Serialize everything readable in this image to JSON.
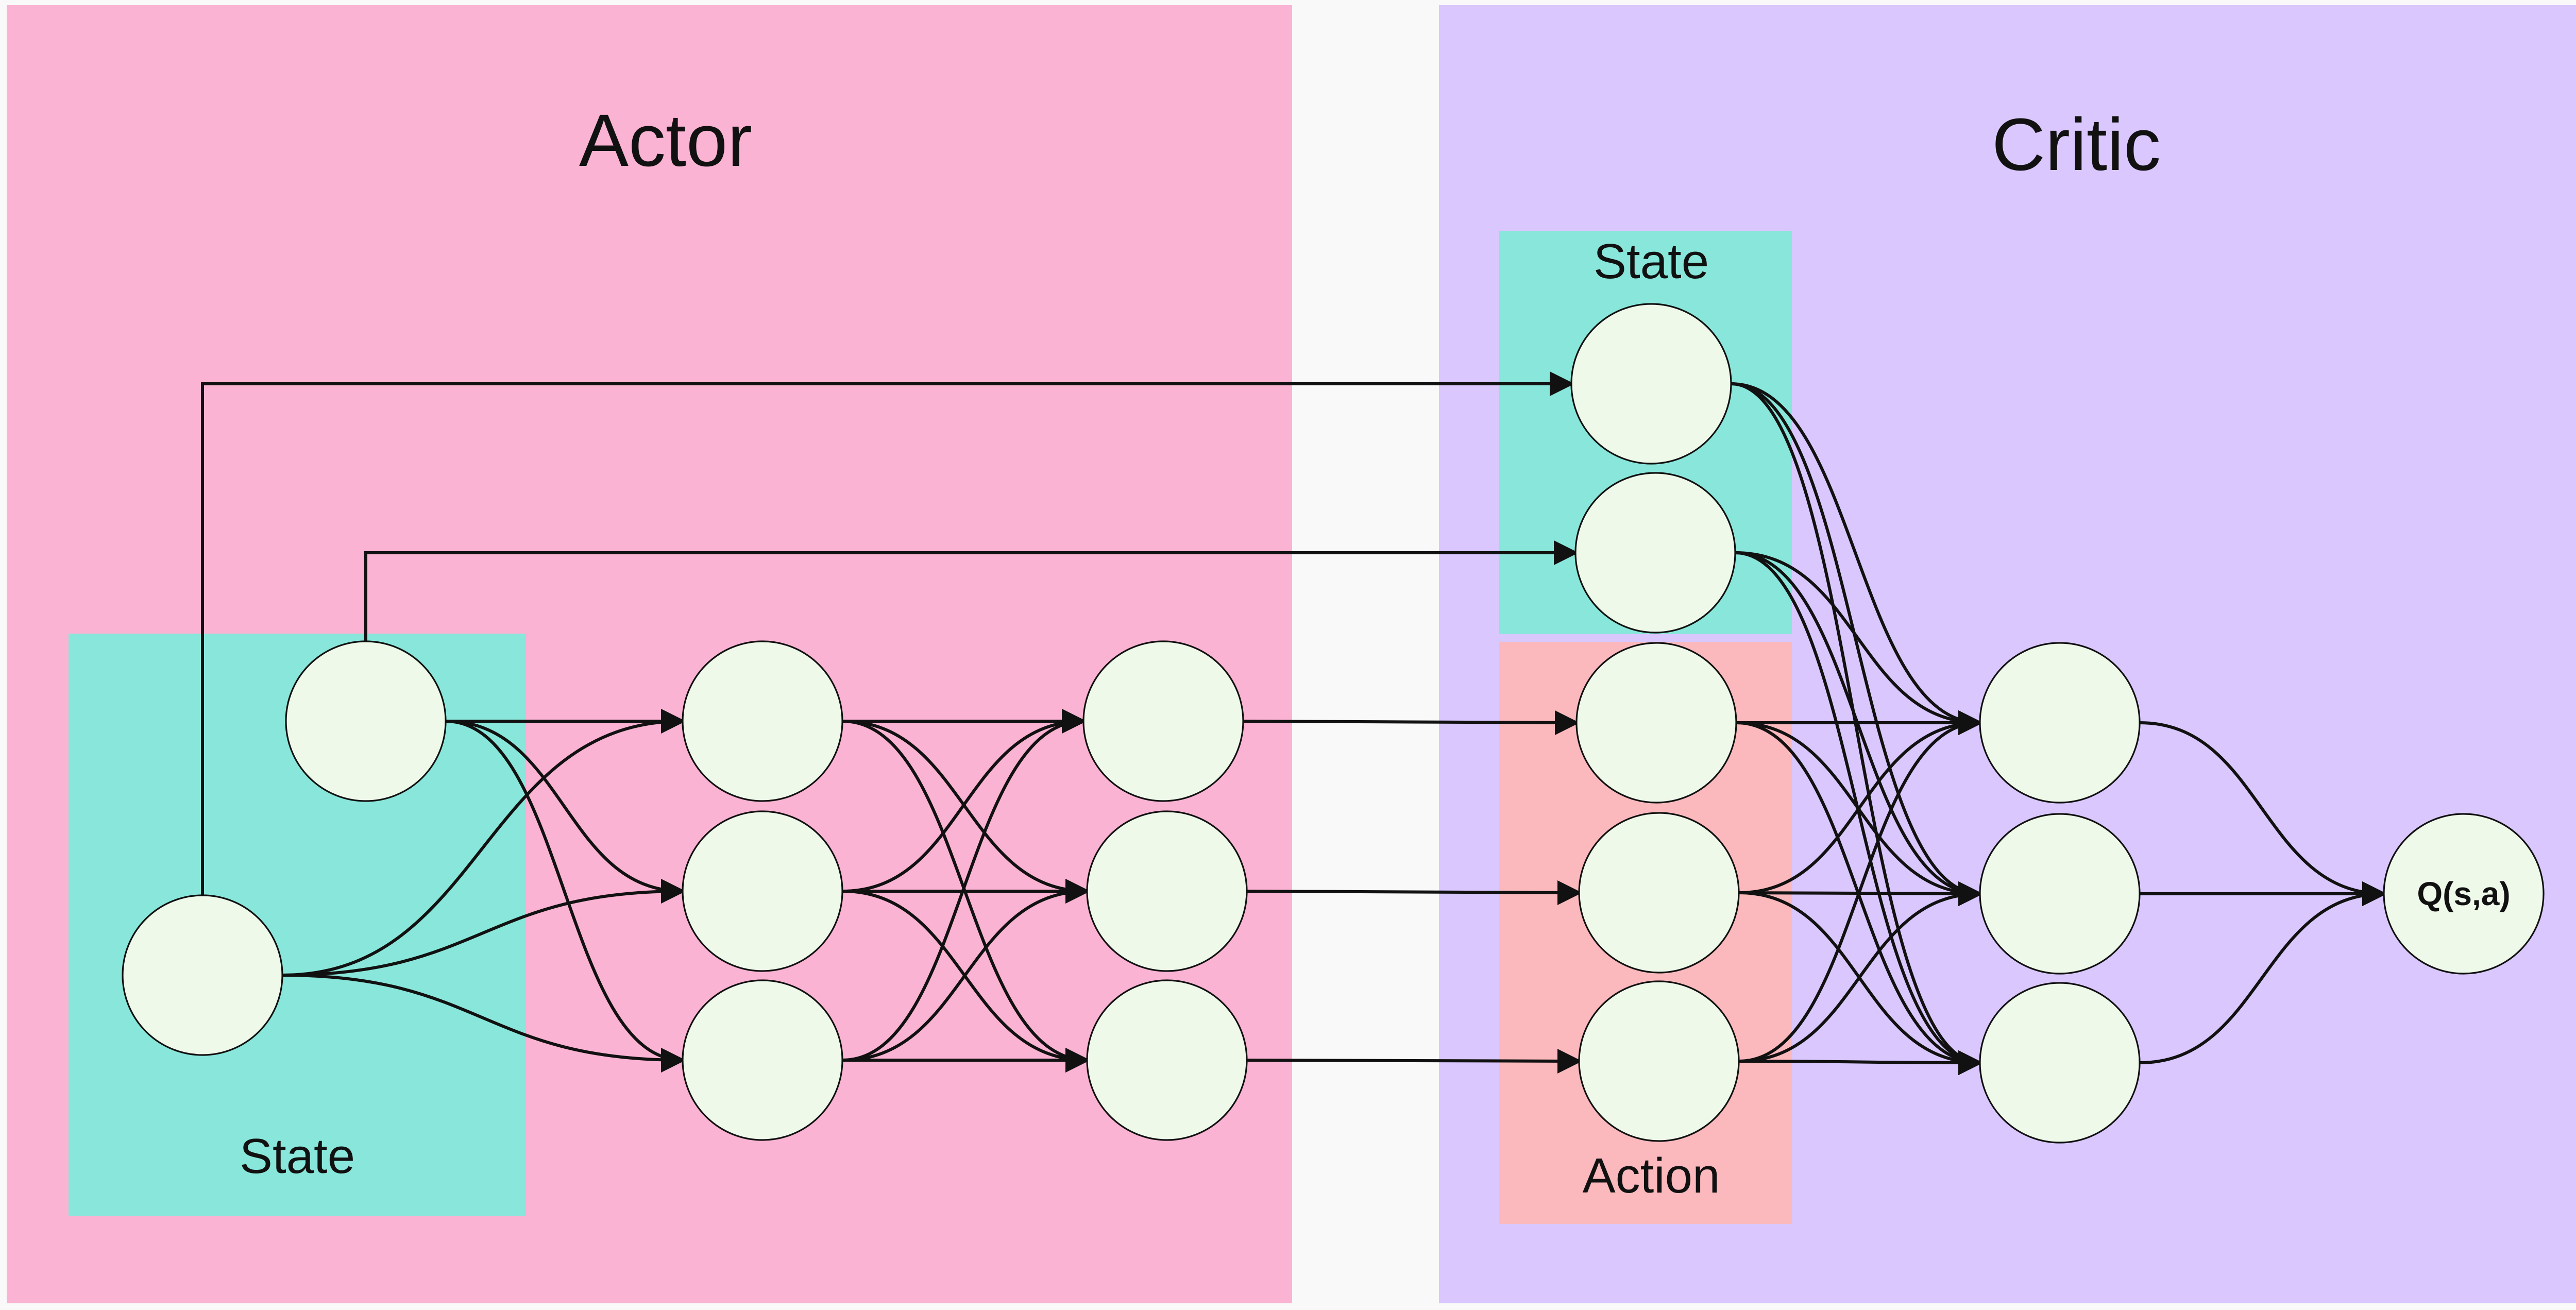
{
  "actor": {
    "title": "Actor",
    "state_label": "State",
    "panel_color": "#fbb3d3",
    "state_color": "#89e6da"
  },
  "critic": {
    "title": "Critic",
    "state_label": "State",
    "action_label": "Action",
    "output_label": "Q(s,a)",
    "panel_color": "#d9c7fd",
    "state_color": "#89e6da",
    "action_color": "#fbb9bd"
  },
  "background_color": "#f9f9f9",
  "node_fill_color": "#eef9ea"
}
